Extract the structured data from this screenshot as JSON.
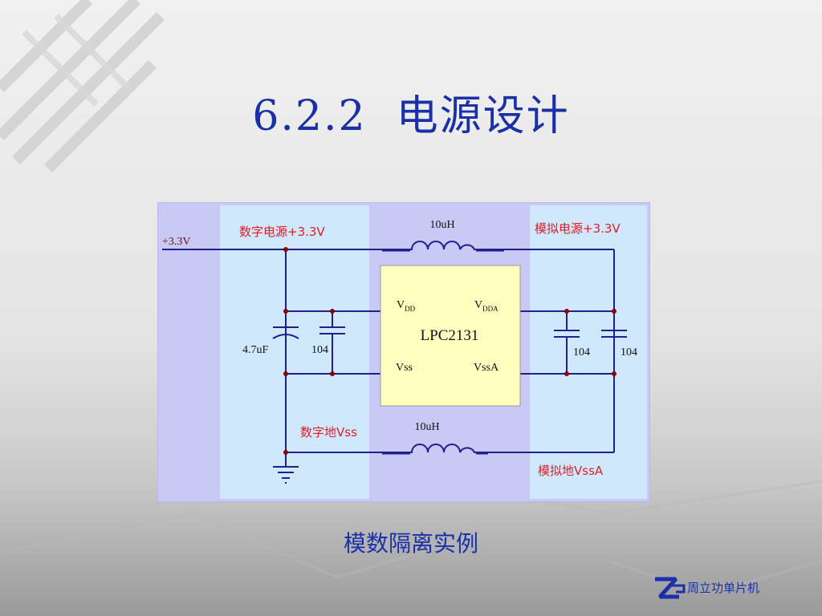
{
  "slide": {
    "title": "6.2.2  电源设计",
    "caption": "模数隔离实例",
    "footer_brand": "周立功单片机"
  },
  "diagram": {
    "input_label": "+3.3V",
    "digital_power_label": "数字电源+3.3V",
    "analog_power_label": "模拟电源+3.3V",
    "digital_ground_label": "数字地Vss",
    "analog_ground_label": "模拟地VssA",
    "top_inductor_label": "10uH",
    "bottom_inductor_label": "10uH",
    "chip": {
      "name": "LPC2131",
      "pins": [
        {
          "main": "V",
          "sub": "DD"
        },
        {
          "main": "V",
          "sub": "DDA"
        },
        {
          "main": "Vss",
          "sub": ""
        },
        {
          "main": "VssA",
          "sub": ""
        }
      ]
    },
    "capacitors": {
      "bulk": "4.7uF",
      "digital_bypass": "104",
      "analog_bypass_1": "104",
      "analog_bypass_2": "104"
    }
  },
  "colors": {
    "title": "#1a2fa8",
    "red_label": "#e0202a",
    "wire": "#1f1f8f",
    "node": "#8b0000",
    "chip_fill": "#ffffc0",
    "outer_panel": "#c9c9f6",
    "inner_panel": "#cfe8fb"
  }
}
